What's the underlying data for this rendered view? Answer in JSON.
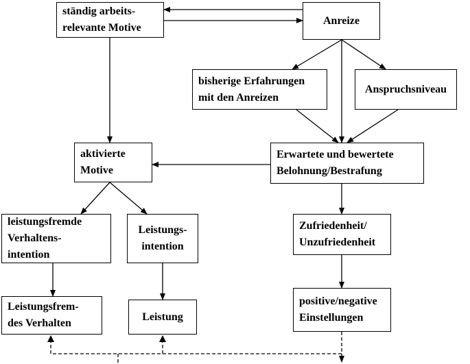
{
  "nodes": {
    "motive": [
      "ständig arbeits-",
      "relevante Motive"
    ],
    "anreize": [
      "Anreize"
    ],
    "erfahrungen": [
      "bisherige Erfahrungen",
      "mit den Anreizen"
    ],
    "anspruch": [
      "Anspruchsniveau"
    ],
    "aktivierte": [
      "aktivierte",
      "Motive"
    ],
    "belohnung": [
      "Erwartete und bewertete",
      "Belohnung/Bestrafung"
    ],
    "fremd_intention": [
      "leistungsfremde",
      "Verhaltens-",
      "intention"
    ],
    "leistungs_intention": [
      "Leistungs-",
      "intention"
    ],
    "zufriedenheit": [
      "Zufriedenheit/",
      "Unzufriedenheit"
    ],
    "fremd_verhalten": [
      "Leistungsfrem-",
      "des Verhalten"
    ],
    "leistung": [
      "Leistung"
    ],
    "einstellungen": [
      "positive/negative",
      "Einstellungen"
    ]
  }
}
